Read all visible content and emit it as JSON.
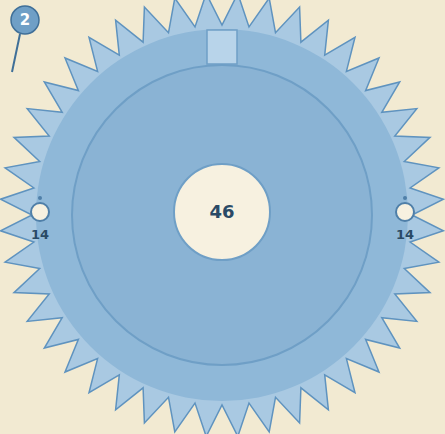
{
  "diagram": {
    "labels": [
      "2",
      "46",
      "14",
      "14"
    ]
  }
}
